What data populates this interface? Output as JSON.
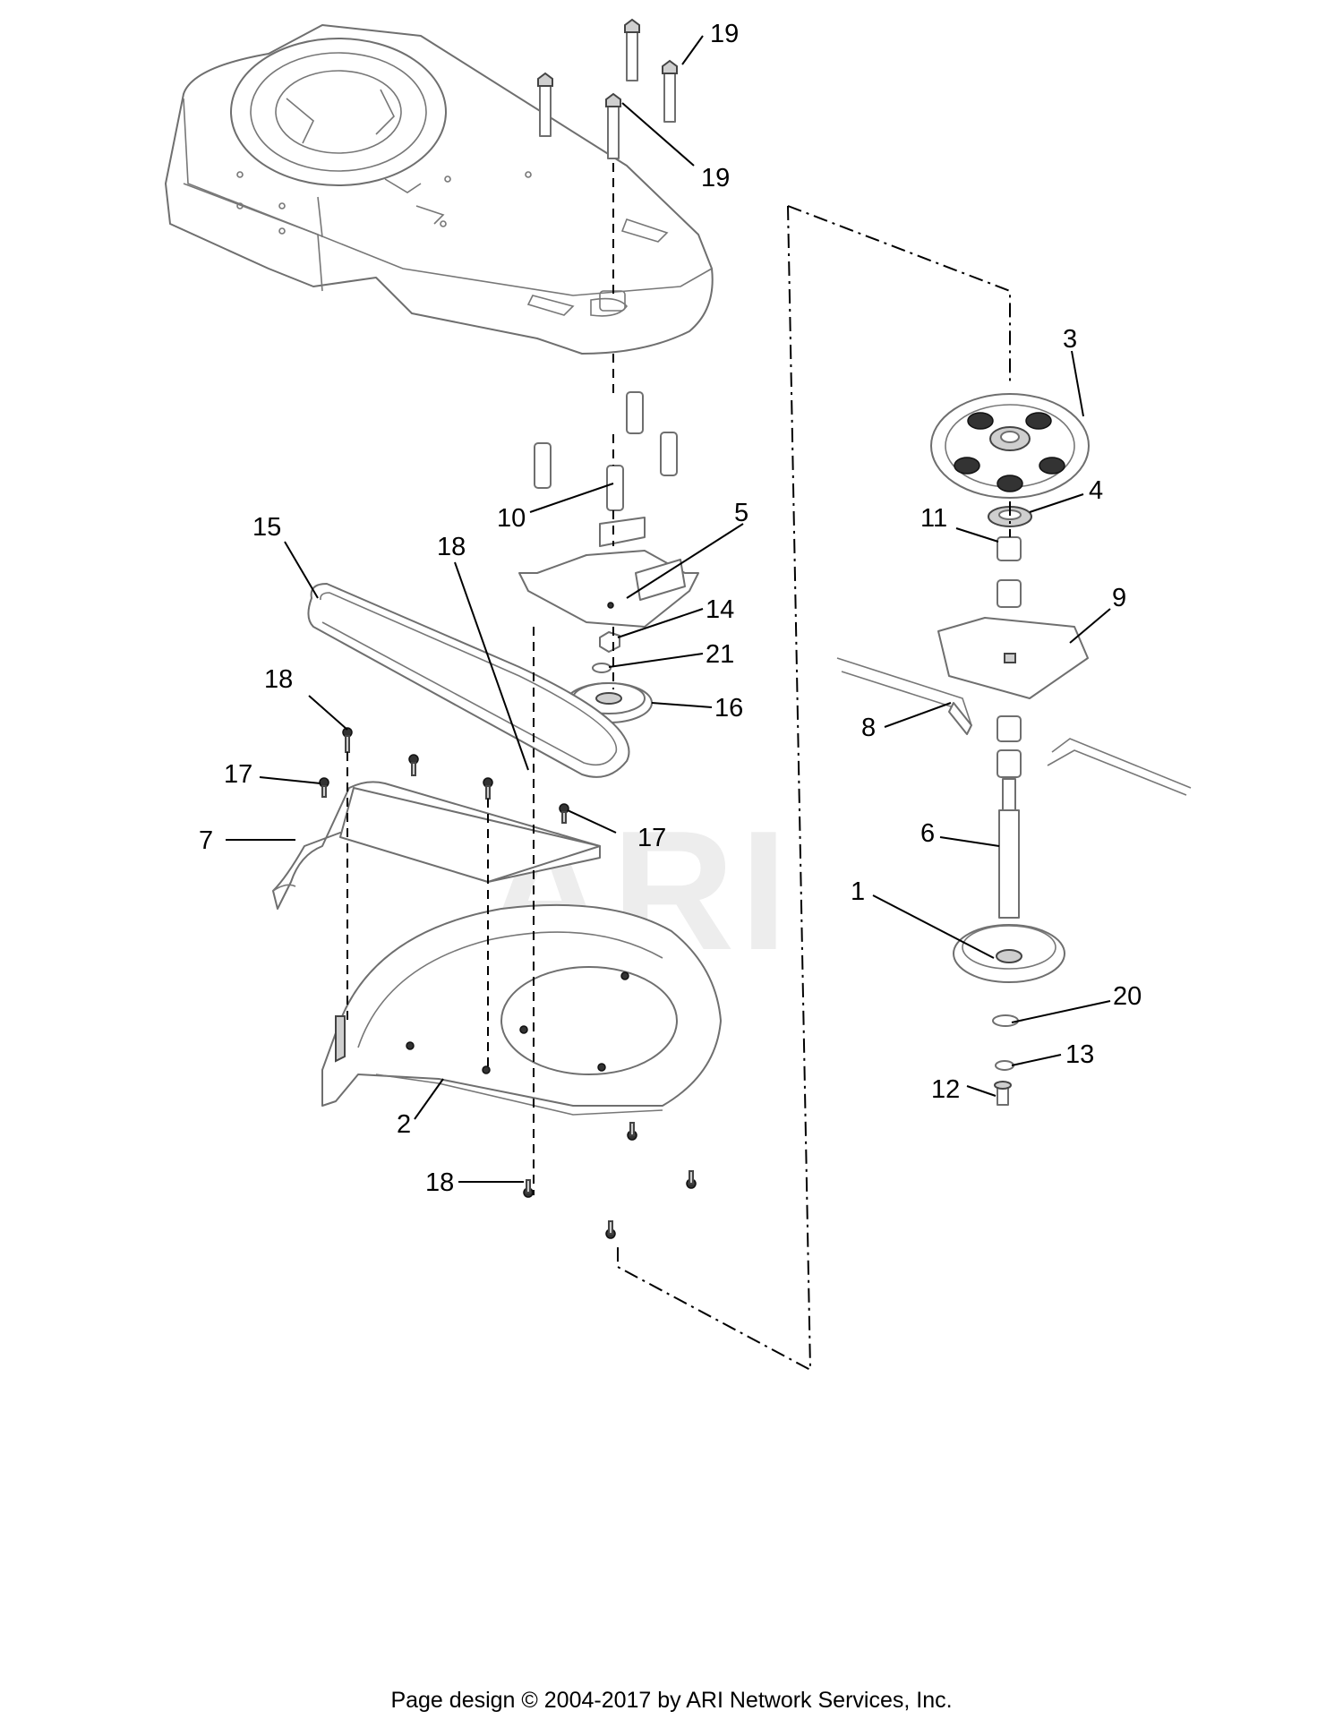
{
  "watermark": "ARI",
  "callouts": [
    {
      "id": "c19a",
      "label": "19"
    },
    {
      "id": "c19b",
      "label": "19"
    },
    {
      "id": "c3",
      "label": "3"
    },
    {
      "id": "c4",
      "label": "4"
    },
    {
      "id": "c11",
      "label": "11"
    },
    {
      "id": "c9",
      "label": "9"
    },
    {
      "id": "c8",
      "label": "8"
    },
    {
      "id": "c6",
      "label": "6"
    },
    {
      "id": "c1",
      "label": "1"
    },
    {
      "id": "c20",
      "label": "20"
    },
    {
      "id": "c13",
      "label": "13"
    },
    {
      "id": "c12",
      "label": "12"
    },
    {
      "id": "c10",
      "label": "10"
    },
    {
      "id": "c5",
      "label": "5"
    },
    {
      "id": "c15",
      "label": "15"
    },
    {
      "id": "c18a",
      "label": "18"
    },
    {
      "id": "c14",
      "label": "14"
    },
    {
      "id": "c21",
      "label": "21"
    },
    {
      "id": "c16",
      "label": "16"
    },
    {
      "id": "c18b",
      "label": "18"
    },
    {
      "id": "c17a",
      "label": "17"
    },
    {
      "id": "c7",
      "label": "7"
    },
    {
      "id": "c17b",
      "label": "17"
    },
    {
      "id": "c2",
      "label": "2"
    },
    {
      "id": "c18c",
      "label": "18"
    }
  ],
  "footer": "Page design © 2004-2017 by ARI Network Services, Inc."
}
